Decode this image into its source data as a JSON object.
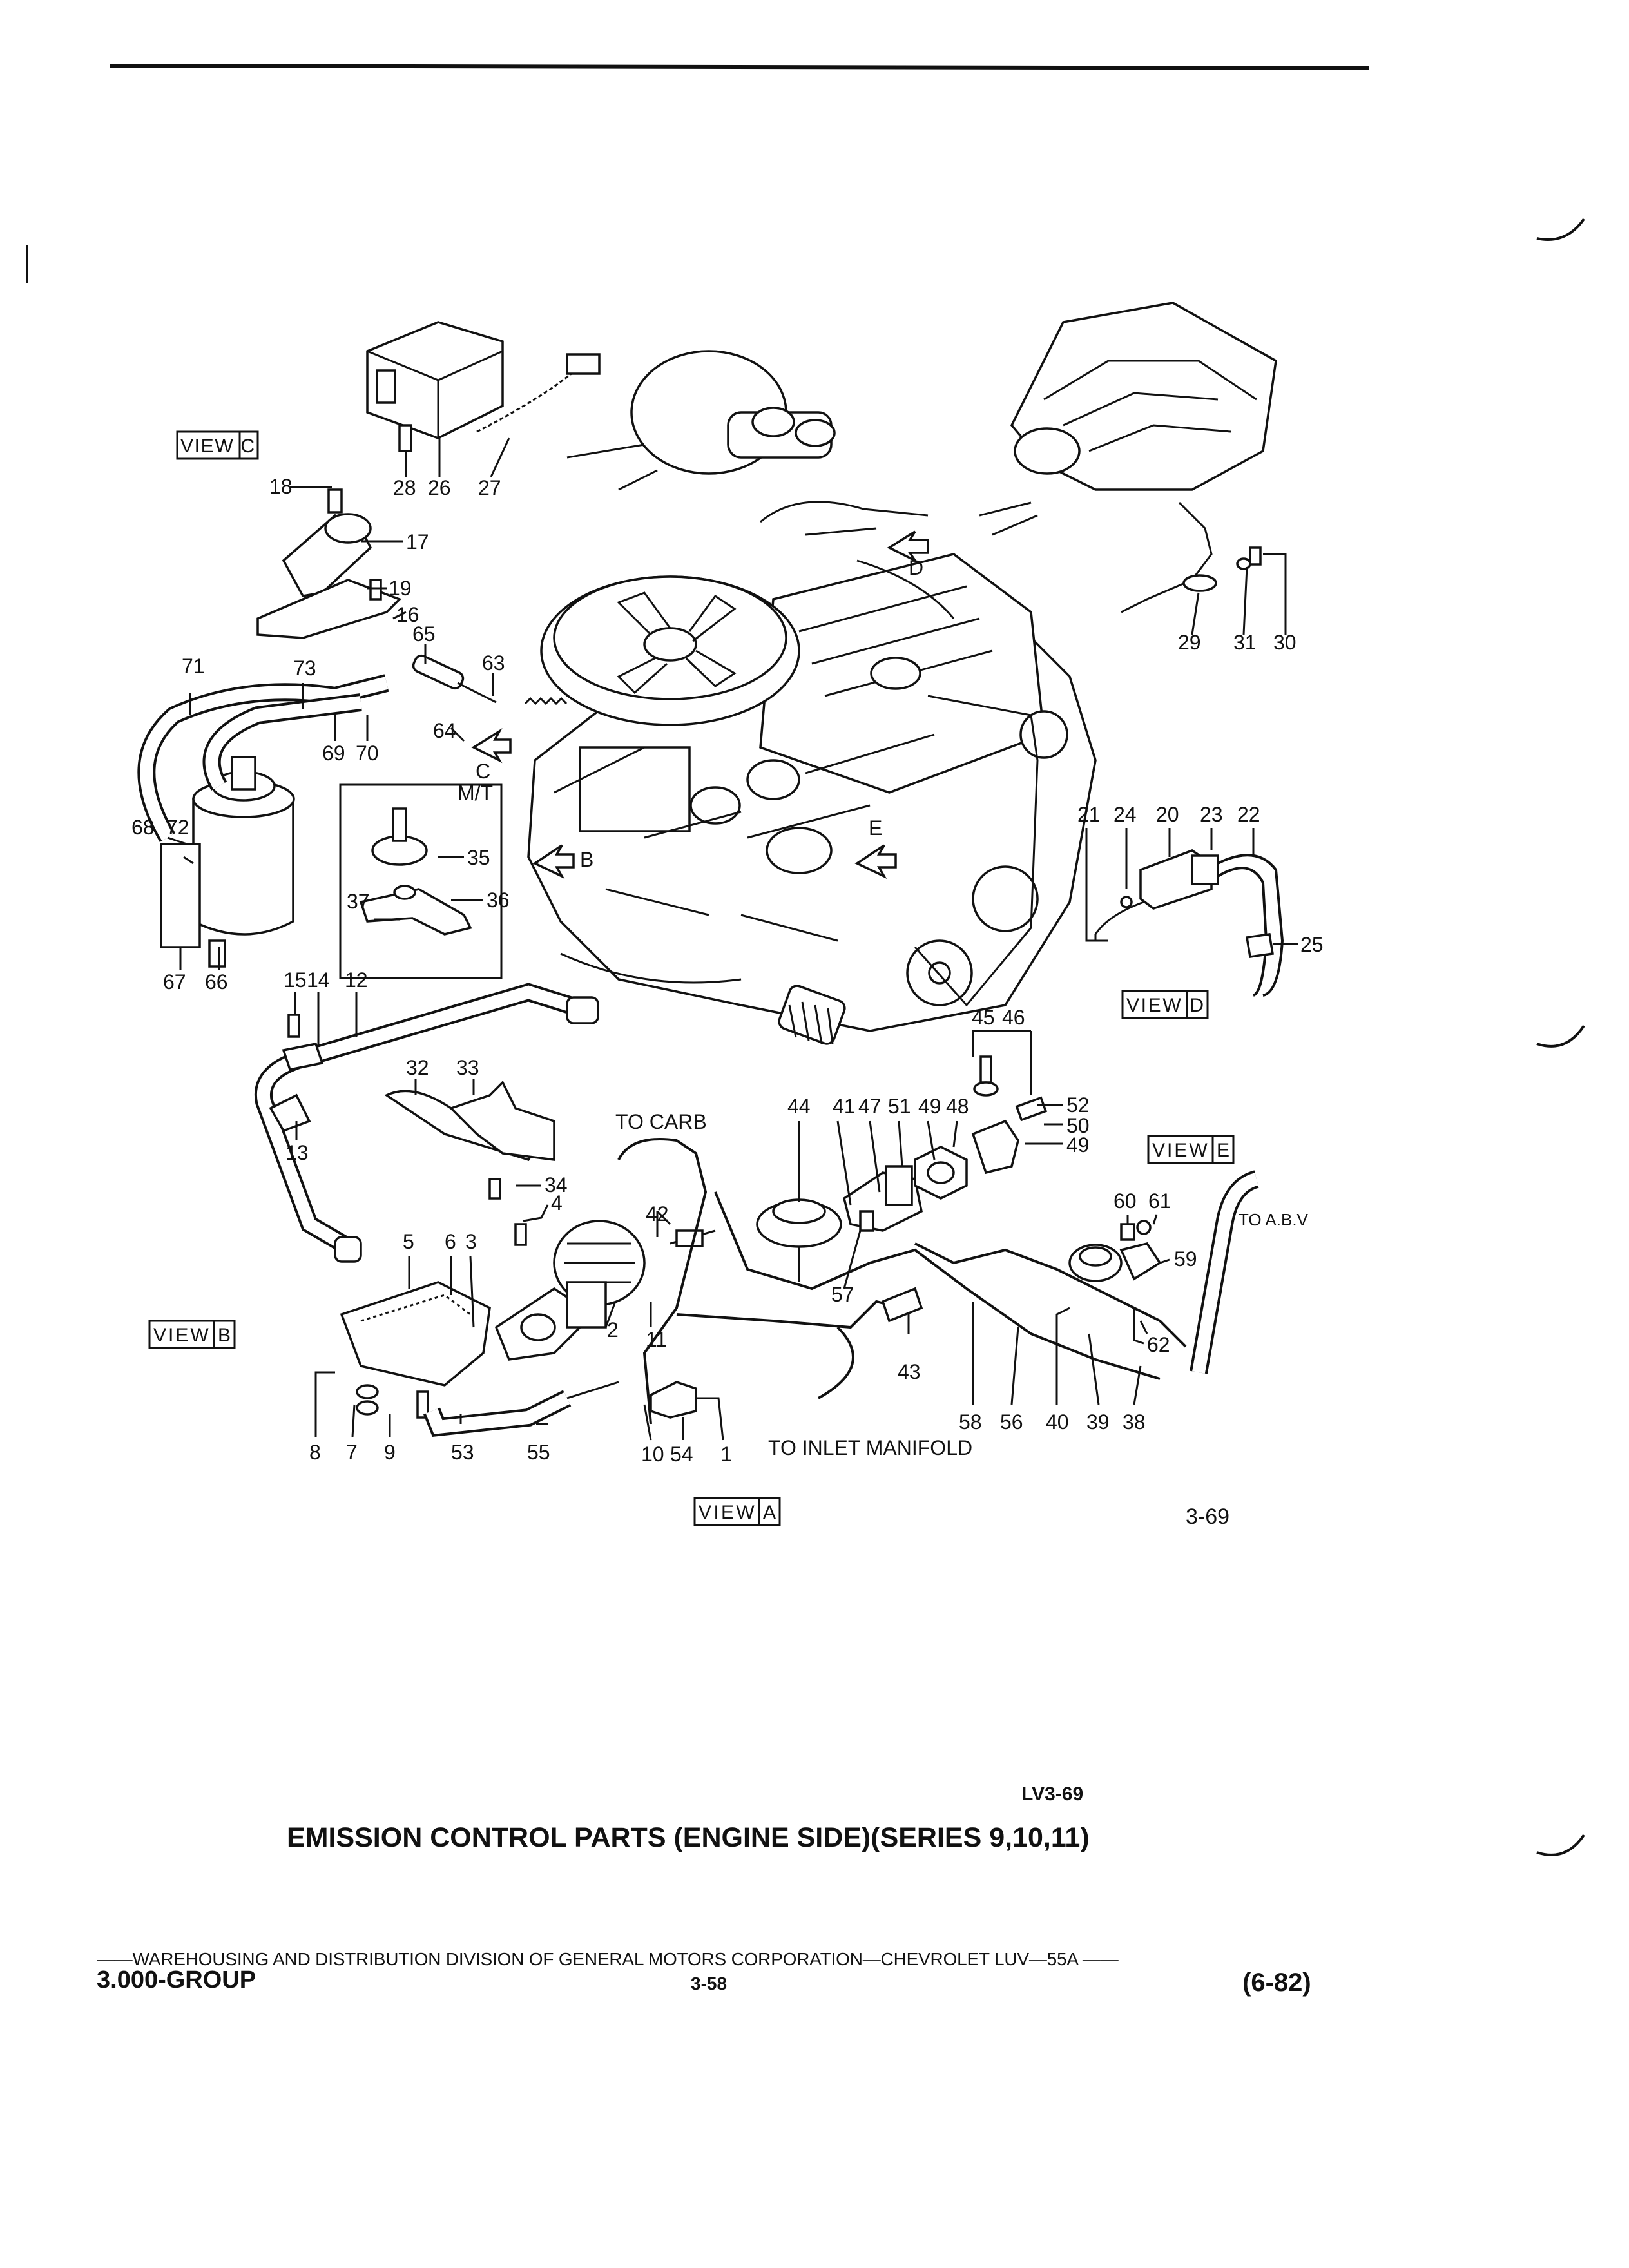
{
  "labels": {
    "views": [
      "VIEW C",
      "VIEW B",
      "VIEW A",
      "VIEW D",
      "VIEW E"
    ],
    "view_c": [
      "18",
      "28",
      "26",
      "27",
      "17",
      "19",
      "16"
    ],
    "view_b": [
      "65",
      "63",
      "71",
      "73",
      "64",
      "69",
      "70",
      "C",
      "M/T",
      "68",
      "72",
      "35",
      "37",
      "36",
      "67",
      "66",
      "15",
      "14",
      "12",
      "32",
      "33",
      "13",
      "34",
      "4",
      "5",
      "6",
      "3",
      "2",
      "8",
      "7",
      "9",
      "53",
      "55"
    ],
    "view_a": [
      "TO CARB",
      "44",
      "41",
      "47",
      "51",
      "49",
      "48",
      "42",
      "11",
      "57",
      "43",
      "10",
      "54",
      "1",
      "TO INLET MANIFOLD",
      "58",
      "56",
      "40",
      "39",
      "38"
    ],
    "view_d": [
      "29",
      "31",
      "30",
      "21",
      "24",
      "20",
      "23",
      "22",
      "25"
    ],
    "view_e": [
      "45",
      "46",
      "52",
      "50",
      "49",
      "60",
      "61",
      "TO A.B.V",
      "59",
      "62"
    ],
    "engine": [
      "D",
      "B",
      "E"
    ]
  },
  "figure_number": "3-69",
  "ref_code": "LV3-69",
  "title": "EMISSION CONTROL PARTS (ENGINE SIDE)(SERIES 9,10,11)",
  "footer": {
    "division": "——WAREHOUSING AND DISTRIBUTION DIVISION OF GENERAL MOTORS CORPORATION—CHEVROLET LUV—55A ——",
    "group": "3.000-GROUP",
    "page": "3-58",
    "date": "(6-82)"
  }
}
